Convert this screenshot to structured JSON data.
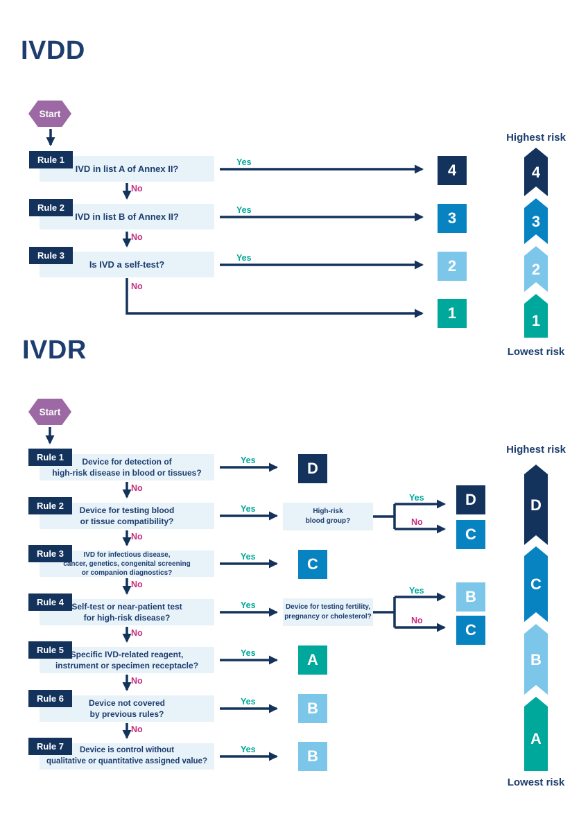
{
  "labels": {
    "start": "Start",
    "yes": "Yes",
    "no": "No",
    "highest_risk": "Highest risk",
    "lowest_risk": "Lowest risk"
  },
  "colors": {
    "navy": "#14335c",
    "blue": "#0883c2",
    "light_blue": "#7cc6ea",
    "teal": "#00a79b",
    "purple": "#9c69a4",
    "pink_no": "#c62f80",
    "teal_yes": "#00a79b",
    "question_box_bg": "#e8f2f9",
    "text_navy": "#1d3d6e"
  },
  "ivdd": {
    "title": "IVDD",
    "rules": [
      {
        "label": "Rule 1",
        "question": "IVD in list A of Annex II?",
        "result": "4"
      },
      {
        "label": "Rule 2",
        "question": "IVD in list B of Annex II?",
        "result": "3"
      },
      {
        "label": "Rule 3",
        "question": "Is IVD a self-test?",
        "result": "2"
      }
    ],
    "default_result": "1",
    "risk_scale": [
      "4",
      "3",
      "2",
      "1"
    ]
  },
  "ivdr": {
    "title": "IVDR",
    "rules": [
      {
        "label": "Rule 1",
        "question": "Device for detection of\nhigh-risk disease in blood or tissues?",
        "result": "D"
      },
      {
        "label": "Rule 2",
        "question": "Device for testing blood\nor tissue compatibility?",
        "sub_question": "High-risk\nblood group?",
        "sub_yes_result": "D",
        "sub_no_result": "C"
      },
      {
        "label": "Rule 3",
        "question": "IVD for infectious disease,\ncancer, genetics, congenital screening\nor companion diagnostics?",
        "result": "C"
      },
      {
        "label": "Rule 4",
        "question": "Self-test or near-patient test\nfor high-risk disease?",
        "sub_question": "Device for testing fertility,\npregnancy or cholesterol?",
        "sub_yes_result": "B",
        "sub_no_result": "C"
      },
      {
        "label": "Rule 5",
        "question": "Specific IVD-related reagent,\ninstrument or specimen receptacle?",
        "result": "A"
      },
      {
        "label": "Rule 6",
        "question": "Device not covered\nby previous rules?",
        "result": "B"
      },
      {
        "label": "Rule 7",
        "question": "Device is control without\nqualitative or quantitative assigned value?",
        "result": "B"
      }
    ],
    "risk_scale": [
      "D",
      "C",
      "B",
      "A"
    ]
  }
}
